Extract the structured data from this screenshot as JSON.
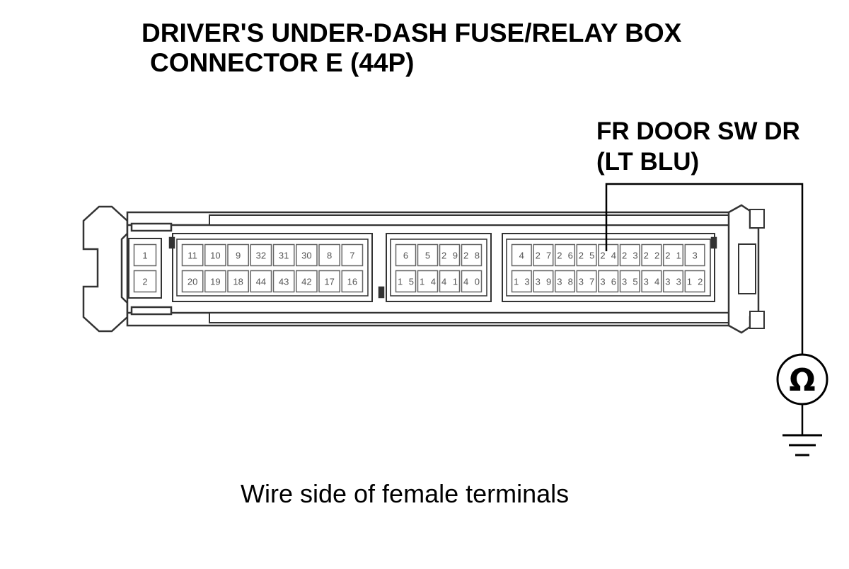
{
  "title": {
    "line1": "DRIVER'S UNDER-DASH FUSE/RELAY BOX",
    "line2": "CONNECTOR E (44P)"
  },
  "wire_label": {
    "line1": "FR DOOR SW DR",
    "line2": "(LT BLU)"
  },
  "caption": "Wire side of female terminals",
  "meter": {
    "symbol": "Ω",
    "icon": "ohmmeter-icon"
  },
  "ground": {
    "icon": "ground-symbol-icon"
  },
  "probe_terminal": "24",
  "connector": {
    "groups": [
      {
        "top": [
          "1"
        ],
        "bottom": [
          "2"
        ]
      },
      {
        "top": [
          "11",
          "10",
          "9",
          "32",
          "31",
          "30",
          "8",
          "7"
        ],
        "bottom": [
          "20",
          "19",
          "18",
          "44",
          "43",
          "42",
          "17",
          "16"
        ]
      },
      {
        "top": [
          "6",
          "5",
          "29",
          "28"
        ],
        "bottom": [
          "15",
          "14",
          "41",
          "40"
        ]
      },
      {
        "top": [
          "4",
          "27",
          "26",
          "25",
          "24",
          "23",
          "22",
          "21",
          "3"
        ],
        "bottom": [
          "13",
          "39",
          "38",
          "37",
          "36",
          "35",
          "34",
          "33",
          "12"
        ]
      }
    ]
  },
  "colors": {
    "line": "#000000",
    "connector_outline": "#333333",
    "connector_fill": "#ffffff",
    "pin_outline": "#666666"
  }
}
